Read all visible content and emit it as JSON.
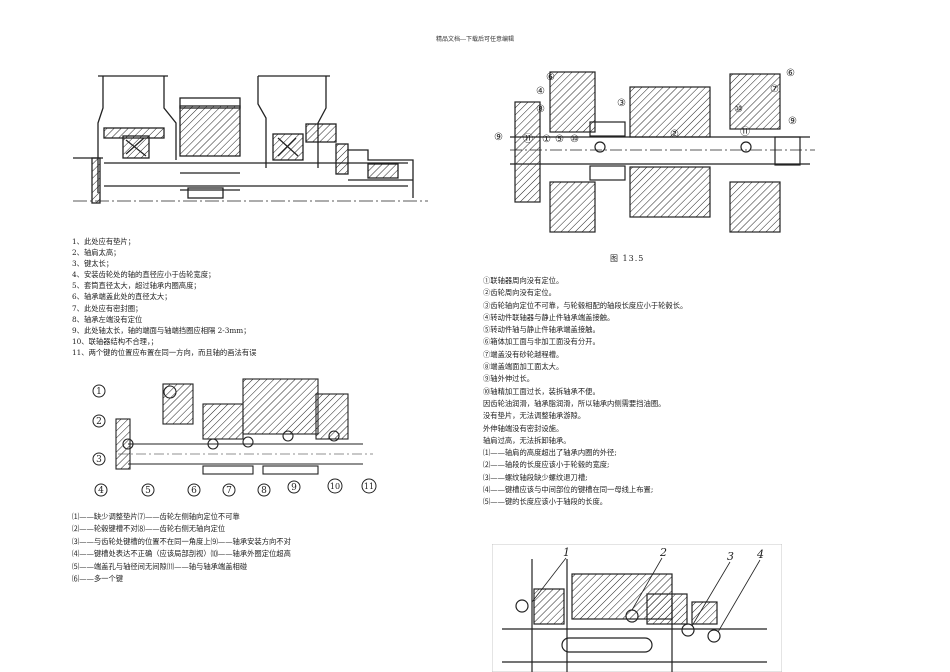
{
  "header": "精品文档---下载后可任意编辑",
  "figure_13_5": {
    "caption": "图    13.5",
    "markers": [
      "⑥",
      "⑥",
      "⑦",
      "④",
      "⑧",
      "③",
      "⑩",
      "⑨",
      "⑪",
      "①",
      "⑤",
      "⑩",
      "②",
      "⑪",
      "⑨"
    ]
  },
  "figure_mid": {
    "markers": [
      "1",
      "2",
      "3",
      "4",
      "5",
      "6",
      "7",
      "8",
      "9",
      "10",
      "11"
    ]
  },
  "figure_bottom": {
    "markers": [
      "1",
      "2",
      "3",
      "4"
    ]
  },
  "left_list": [
    "1、此处应有垫片；",
    "2、轴肩太高；",
    "3、键太长；",
    "4、安装齿轮处的轴的直径应小于齿轮宽度；",
    "5、套筒直径太大，超过轴承内圈高度；",
    "6、轴承端盖此处的直径太大；",
    "7、此处应有密封圈；",
    "8、轴承左端没有定位",
    "9、此处轴太长，轴的端面与轴端挡圈应相隔 2-3mm；",
    "10、联轴器结构不合理，；",
    "11、两个键的位置应布置在同一方向，而且轴的画法有误"
  ],
  "right_list": [
    "①联轴器周向没有定位。",
    "②齿轮周向没有定位。",
    "③齿轮轴向定位不可靠，与轮毂相配的轴段长度应小于轮毂长。",
    "④转动件联轴器与静止件轴承端盖接触。",
    "⑤转动件轴与静止件轴承端盖接触。",
    "⑥箱体加工面与非加工面没有分开。",
    "⑦端盖没有砂轮越程槽。",
    "⑧端盖端面加工面太大。",
    "⑨轴外伸过长。",
    "⑩轴精加工面过长，装拆轴承不便。",
    "因齿轮油润滑，轴承脂润滑，所以轴承内侧需要挡油圈。",
    "没有垫片，无法调整轴承游隙。",
    " 外伸轴端没有密封设施。",
    " 轴肩过高，无法拆卸轴承。",
    "⑴——轴肩的高度超出了轴承内圈的外径;",
    "⑵——轴段的长度应该小于轮毂的宽度;",
    "⑶——螺纹轴段缺少螺纹退刀槽;",
    "⑷——键槽应该与中间部位的键槽在同一母线上布置;",
    "⑸——键的长度应该小于轴段的长度。"
  ],
  "bottom_left_list": [
    "⑴——缺少调整垫片⑺——齿轮左侧轴向定位不可靠",
    "⑵——轮毂键槽不对⑻——齿轮右侧无轴向定位",
    "⑶——与齿轮处键槽的位置不在同一角度上⑼——轴承安装方向不对",
    "⑷——键槽处表达不正确（应该局部剖视）⑽——轴承外圈定位超高",
    "⑸——端盖孔与轴径间无间隙⑾——轴与轴承端盖相碰",
    "⑹——多一个键"
  ]
}
